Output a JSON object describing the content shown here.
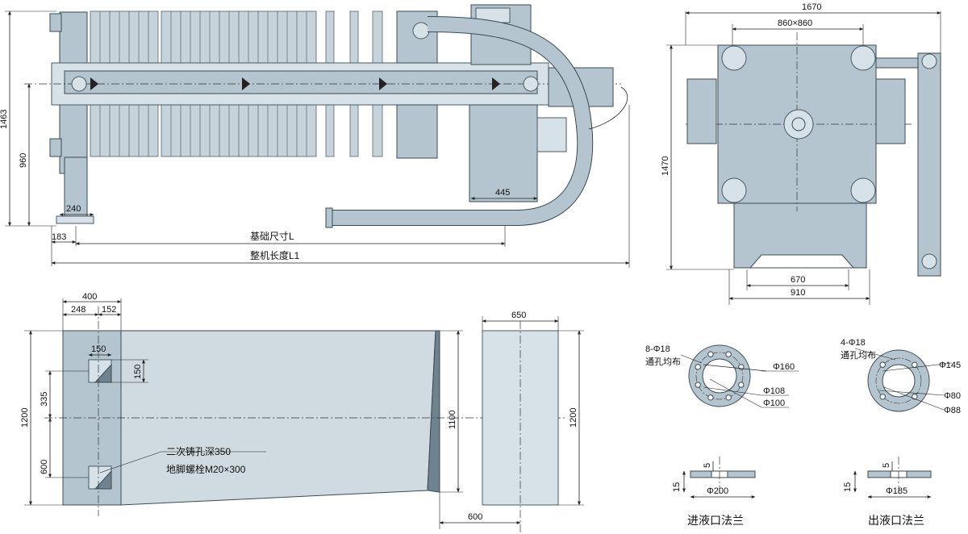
{
  "front_view": {
    "dim_height_total": "1463",
    "dim_height_inlet": "960",
    "dim_leg_width": "240",
    "dim_offset": "183",
    "dim_445": "445",
    "foundation_label": "基础尺寸L",
    "overall_label": "整机长度L1"
  },
  "side_view": {
    "dim_width": "1670",
    "dim_plate": "860×860",
    "dim_height": "1470",
    "dim_670": "670",
    "dim_910": "910"
  },
  "foundation_plan": {
    "dim_400": "400",
    "dim_248": "248",
    "dim_152": "152",
    "dim_150_w": "150",
    "dim_150_h": "150",
    "dim_335": "335",
    "dim_1200": "1200",
    "dim_600": "600",
    "dim_1100": "1100",
    "note_line1": "二次铸孔深350",
    "note_line2": "地脚螺栓M20×300"
  },
  "foundation_block": {
    "dim_650": "650",
    "dim_1200": "1200",
    "dim_600": "600"
  },
  "inlet_flange": {
    "holes": "8-Φ18",
    "holes_note": "通孔均布",
    "d_outer": "Φ160",
    "d_108": "Φ108",
    "d_100": "Φ100",
    "thickness": "5",
    "height": "15",
    "d_total": "Φ200",
    "caption": "进液口法兰"
  },
  "outlet_flange": {
    "holes": "4-Φ18",
    "holes_note": "通孔均布",
    "d_outer": "Φ145",
    "d_80": "Φ80",
    "d_88": "Φ88",
    "thickness": "5",
    "height": "15",
    "d_total": "Φ185",
    "caption": "出液口法兰"
  }
}
